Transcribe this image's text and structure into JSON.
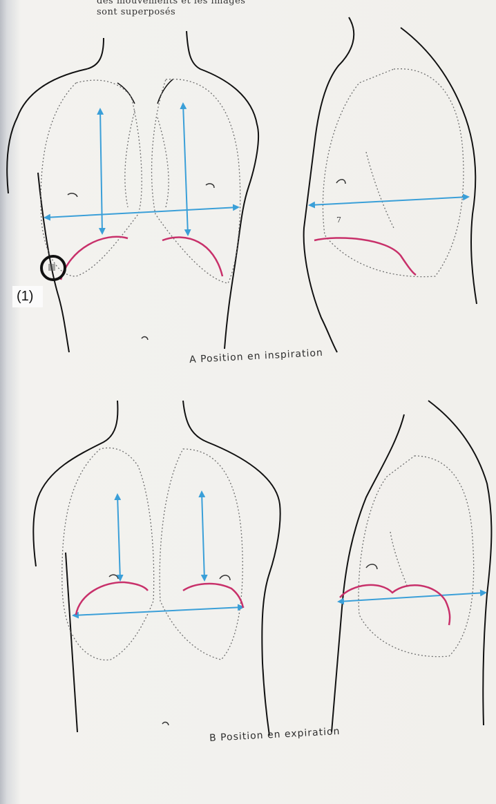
{
  "header": {
    "line1": "des mouvements et les images",
    "line2": "sont superposés"
  },
  "captions": {
    "inspiration": "A Position en inspiration",
    "expiration": "B Position en expiration"
  },
  "marker": {
    "label": "(1)"
  },
  "figure_labels": {
    "rib_number": "7"
  },
  "colors": {
    "arrow": "#3a9fd8",
    "diaphragm": "#c8306a",
    "outline": "#111111",
    "lung_dotted": "#6e6e6e",
    "highlight": "#f2e77a"
  }
}
